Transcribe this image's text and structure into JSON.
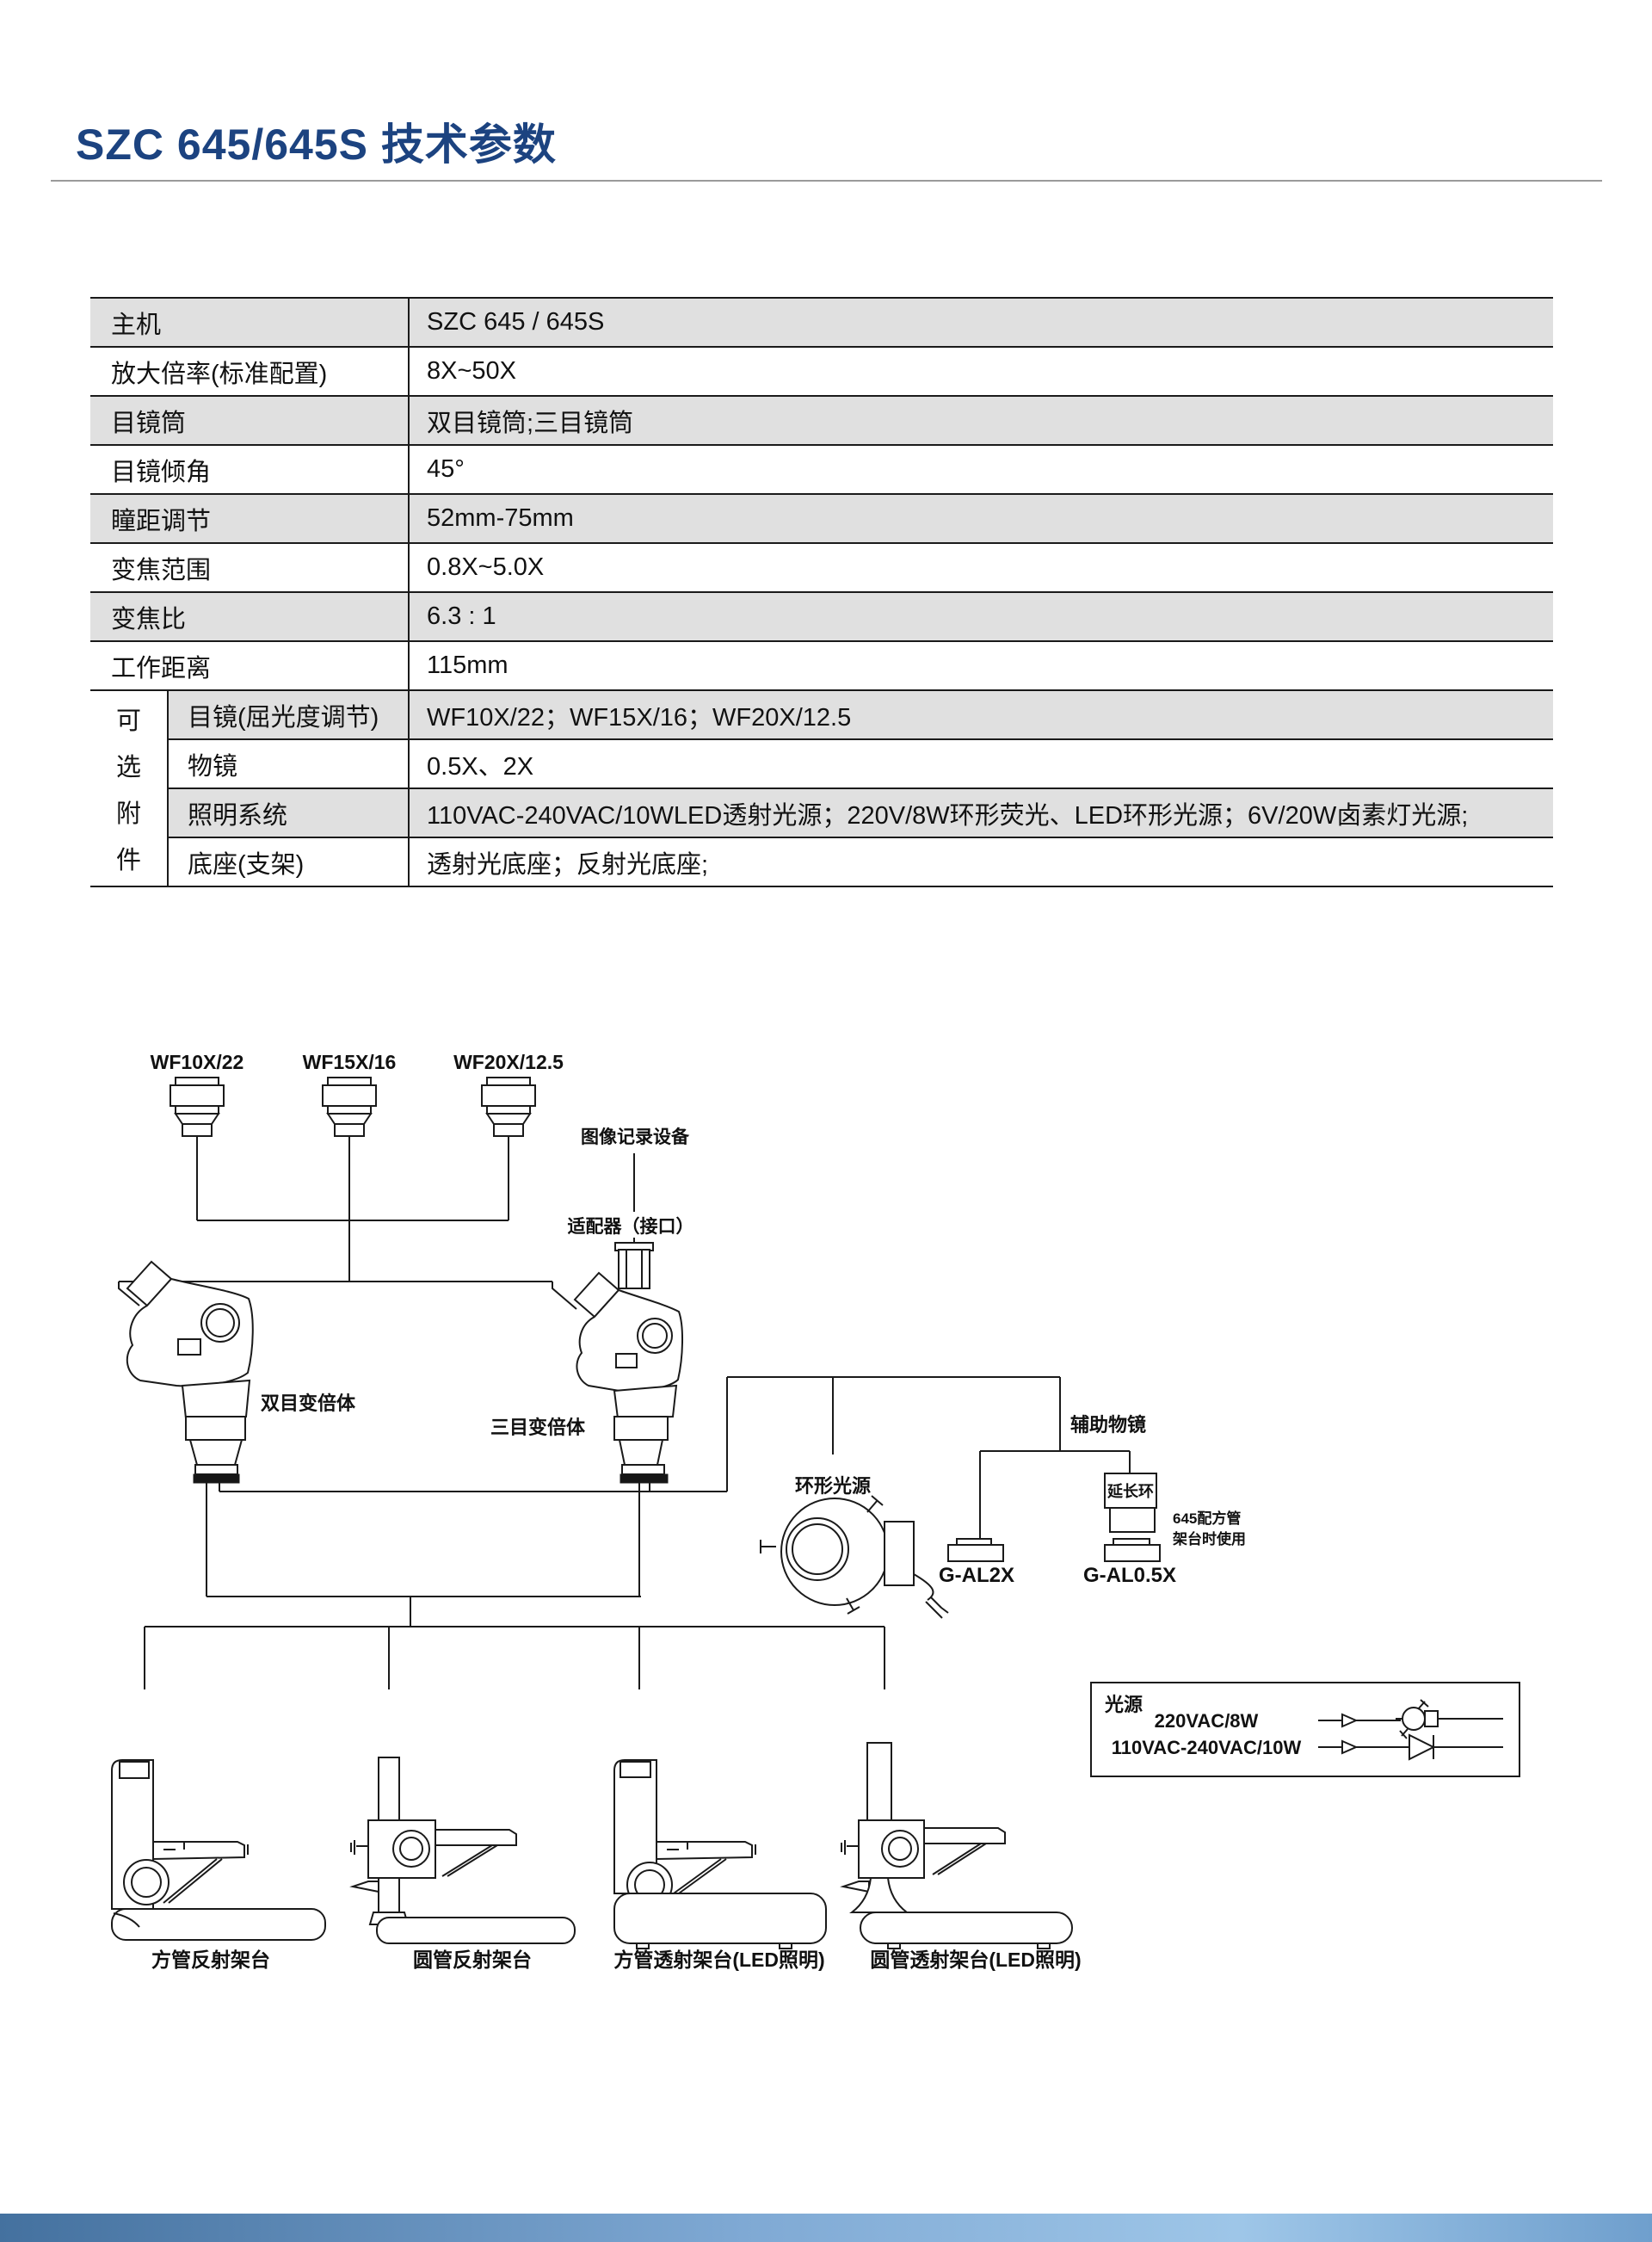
{
  "page": {
    "title": "SZC 645/645S 技术参数"
  },
  "colors": {
    "accent": "#1c4380",
    "row_gray": "#e0e0e0",
    "line_black": "#1a1a1a",
    "bottom_bar_blue": "#7fa9d4"
  },
  "table": {
    "rows": [
      {
        "label": "主机",
        "value": "SZC 645 / 645S"
      },
      {
        "label": "放大倍率(标准配置)",
        "value": "8X~50X"
      },
      {
        "label": "目镜筒",
        "value": "双目镜筒;三目镜筒"
      },
      {
        "label": "目镜倾角",
        "value": "45°"
      },
      {
        "label": "瞳距调节",
        "value": "52mm-75mm"
      },
      {
        "label": "变焦范围",
        "value": "0.8X~5.0X"
      },
      {
        "label": "变焦比",
        "value": "6.3 : 1"
      },
      {
        "label": "工作距离",
        "value": "115mm"
      }
    ],
    "group": {
      "label": "可选附件",
      "chars": [
        "可",
        "选",
        "附",
        "件"
      ],
      "rows": [
        {
          "label": "目镜(屈光度调节)",
          "value": "WF10X/22；WF15X/16；WF20X/12.5"
        },
        {
          "label": "物镜",
          "value": "0.5X、2X"
        },
        {
          "label": "照明系统",
          "value": "110VAC-240VAC/10WLED透射光源；220V/8W环形荧光、LED环形光源；6V/20W卤素灯光源;"
        },
        {
          "label": "底座(支架)",
          "value": "透射光底座；反射光底座;"
        }
      ]
    }
  },
  "diagram": {
    "eyepiece_labels": [
      "WF10X/22",
      "WF15X/16",
      "WF20X/12.5"
    ],
    "recorder_label": "图像记录设备",
    "adapter_label": "适配器（接口）",
    "binocular_label": "双目变倍体",
    "trinocular_label": "三目变倍体",
    "ring_light_label": "环形光源",
    "aux_objective_label": "辅助物镜",
    "extension_ring_label": "延长环",
    "note_line1": "645配方管",
    "note_line2": "架台时使用",
    "adapter_2x_label": "G-AL2X",
    "adapter_05x_label": "G-AL0.5X",
    "stand_labels": [
      "方管反射架台",
      "圆管反射架台",
      "方管透射架台(LED照明)",
      "圆管透射架台(LED照明)"
    ],
    "light_source": {
      "title": "光源",
      "row1": "220VAC/8W",
      "row2": "110VAC-240VAC/10W"
    }
  }
}
